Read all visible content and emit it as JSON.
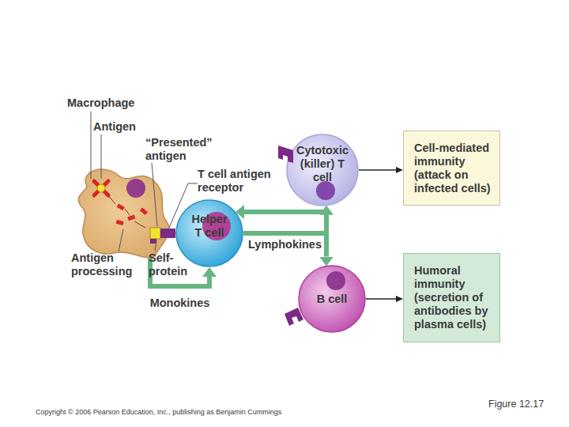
{
  "diagram": {
    "nodes": [
      {
        "text": [
          "Macrophage"
        ]
      },
      {
        "text": [
          "Cytotoxic (killer) T cell"
        ]
      },
      {
        "text": [
          "Cell-mediated immunity (attack on infected cells)"
        ]
      },
      {
        "text": [
          "Helper T cell"
        ]
      },
      {
        "text": [
          "B cell"
        ]
      },
      {
        "text": [
          "Humoral immunity (secretion of antibodies by plasma cells)"
        ]
      }
    ],
    "edges": [
      {
        "from": 0,
        "to": 3,
        "label": "Monokines",
        "arrow": "to"
      },
      {
        "from": 3,
        "to": 1,
        "arrow": "to"
      },
      {
        "from": 3,
        "to": 4,
        "label": "Lymphokines",
        "arrow": "to"
      },
      {
        "from": 1,
        "to": 2,
        "arrow": "to"
      },
      {
        "from": 4,
        "to": 5,
        "arrow": "to"
      }
    ],
    "labels": [
      "Antigen",
      "“Presented” antigen",
      "T cell antigen receptor",
      "Antigen processing",
      "Self-protein",
      "Copyright © 2006 Pearson Education, Inc., publishing as Benjamin Cummings",
      "Figure 12.17"
    ]
  }
}
